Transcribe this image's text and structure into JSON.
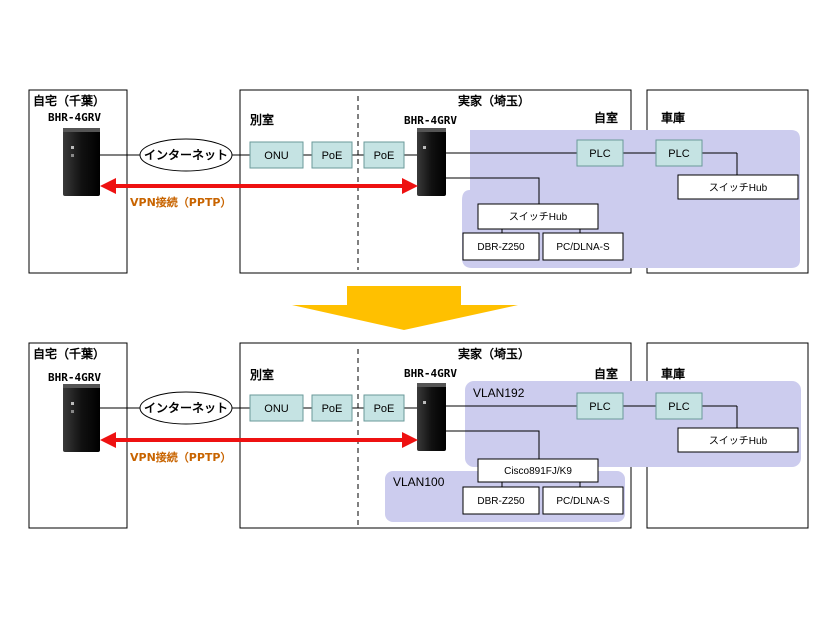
{
  "colors": {
    "vlan_zone": "#ccccee",
    "device_box": "#c5e3e3",
    "vpn_arrow": "#ee1111",
    "vpn_text": "#c86400",
    "transition_arrow": "#ffc000"
  },
  "icons": {
    "router": "router-icon",
    "transition": "arrow-down-icon"
  },
  "top": {
    "home": {
      "title": "自宅（千葉）",
      "router": "BHR-4GRV"
    },
    "parents": {
      "title": "実家（埼玉）",
      "router": "BHR-4GRV"
    },
    "annex": "別室",
    "myroom": "自室",
    "garage": "車庫",
    "internet": "インターネット",
    "onu": "ONU",
    "poe1": "PoE",
    "poe2": "PoE",
    "plc1": "PLC",
    "plc2": "PLC",
    "hub_garage": "スイッチHub",
    "hub_main": "スイッチHub",
    "dbr": "DBR-Z250",
    "pc": "PC/DLNA-S",
    "vpn": "VPN接続（PPTP）"
  },
  "bottom": {
    "home": {
      "title": "自宅（千葉）",
      "router": "BHR-4GRV"
    },
    "parents": {
      "title": "実家（埼玉）",
      "router": "BHR-4GRV"
    },
    "annex": "別室",
    "myroom": "自室",
    "garage": "車庫",
    "internet": "インターネット",
    "onu": "ONU",
    "poe1": "PoE",
    "poe2": "PoE",
    "plc1": "PLC",
    "plc2": "PLC",
    "hub_garage": "スイッチHub",
    "cisco": "Cisco891FJ/K9",
    "dbr": "DBR-Z250",
    "pc": "PC/DLNA-S",
    "vlan192": "VLAN192",
    "vlan100": "VLAN100",
    "vpn": "VPN接続（PPTP）"
  }
}
